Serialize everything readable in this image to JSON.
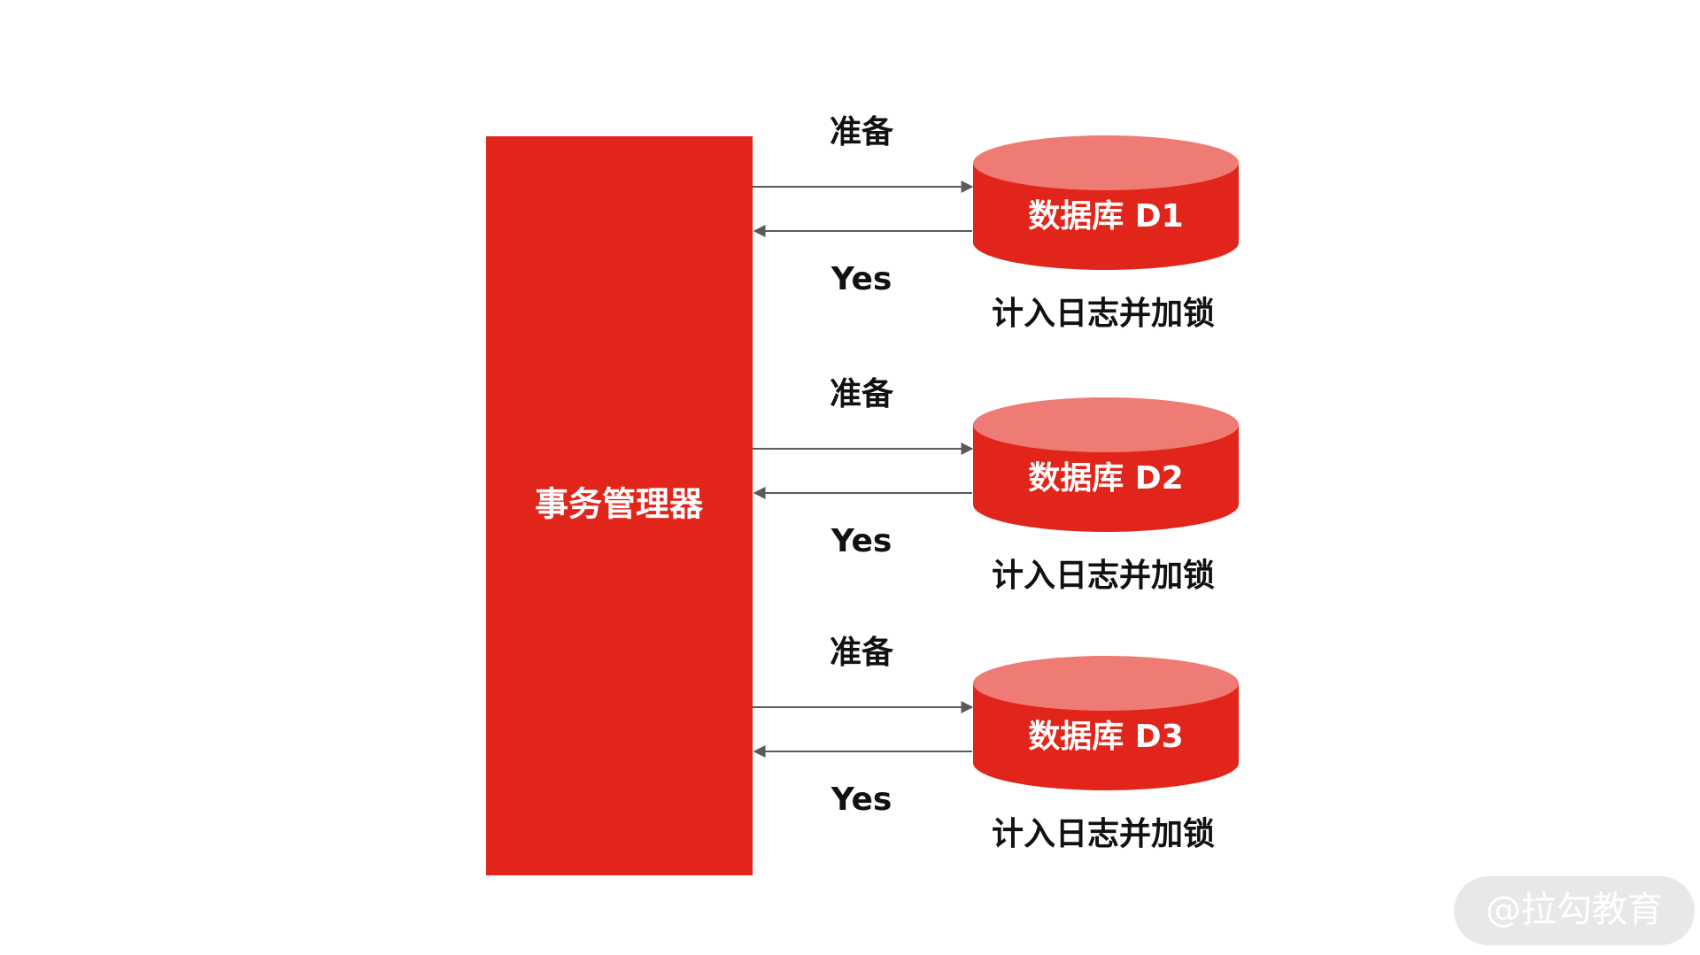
{
  "colors": {
    "manager_fill": "#e1251b",
    "db_body": "#e1251b",
    "db_top": "#ee7b74",
    "arrow": "#5a5a5a",
    "text_dark": "#111111",
    "text_light": "#ffffff",
    "watermark_bg": "#e8e8e8",
    "watermark_text": "#ffffff"
  },
  "manager": {
    "label": "事务管理器"
  },
  "participants": [
    {
      "db_label": "数据库 D1",
      "request_label": "准备",
      "response_label": "Yes",
      "note": "计入日志并加锁"
    },
    {
      "db_label": "数据库 D2",
      "request_label": "准备",
      "response_label": "Yes",
      "note": "计入日志并加锁"
    },
    {
      "db_label": "数据库 D3",
      "request_label": "准备",
      "response_label": "Yes",
      "note": "计入日志并加锁"
    }
  ],
  "watermark": {
    "text": "@拉勾教育"
  }
}
